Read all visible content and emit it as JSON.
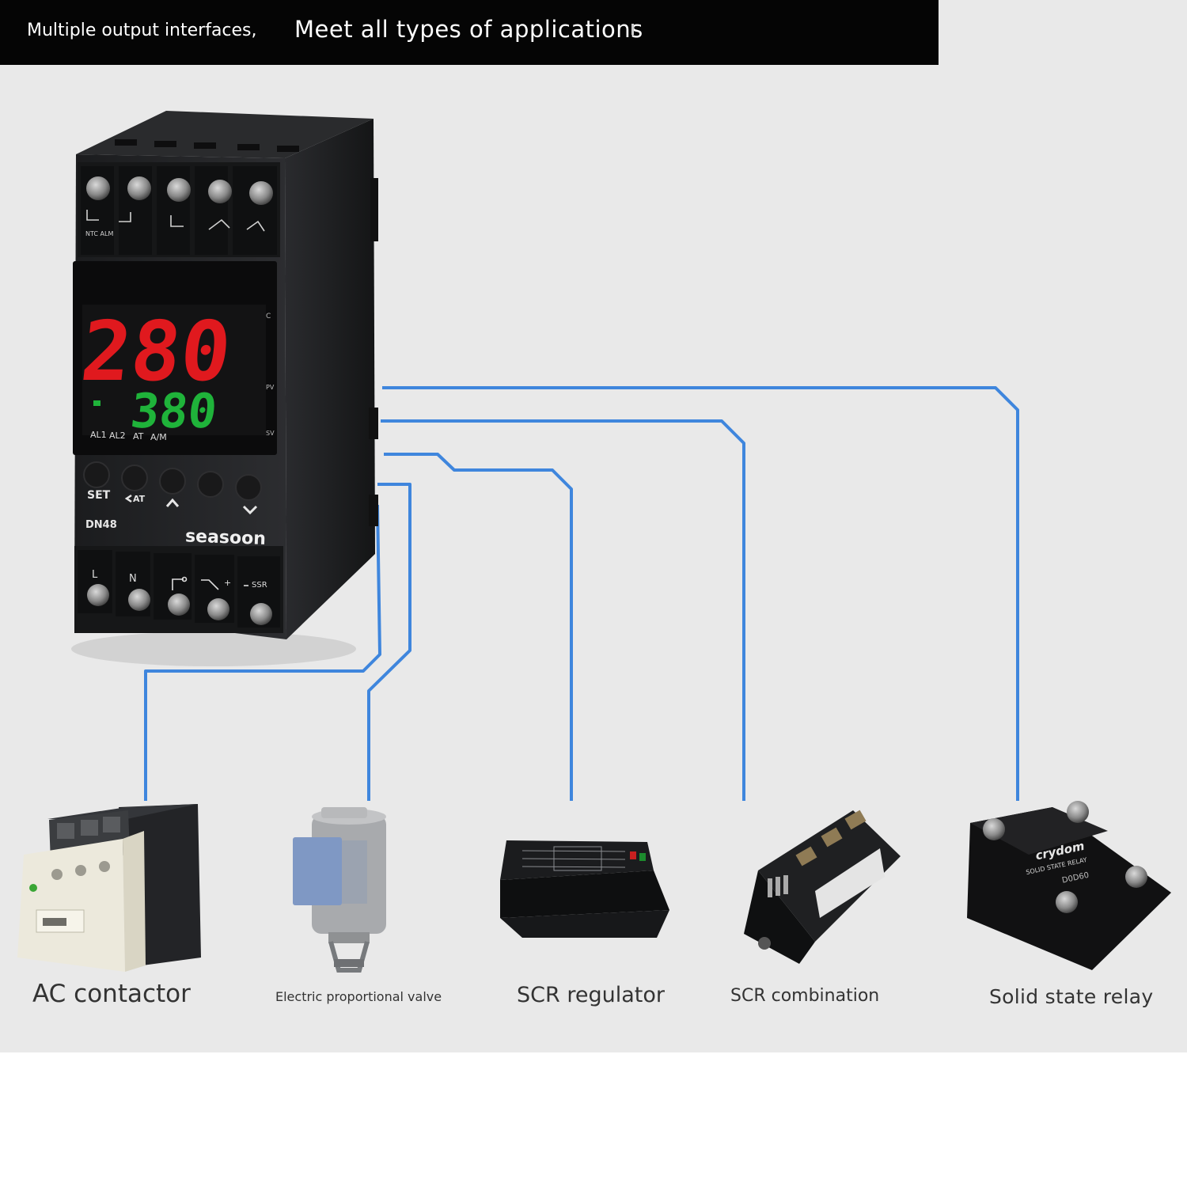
{
  "banner": {
    "left_text": "Multiple output interfaces,",
    "right_text": "Meet all types of applications"
  },
  "controller": {
    "model": "DN48",
    "brand": "seasoon",
    "pv_value": "280",
    "sv_value": "380",
    "pv_color": "#e0191e",
    "sv_color": "#1fb33a",
    "status_labels": [
      "AL1",
      "AL2",
      "AT",
      "A/M"
    ],
    "button_labels": [
      "SET",
      "AT",
      "",
      "",
      ""
    ],
    "top_terminal_labels": [
      "NTC ALM",
      "",
      "",
      "",
      ""
    ],
    "bottom_terminal_labels": [
      "L",
      "N",
      "",
      "+",
      "SSR"
    ]
  },
  "wire_color": "#3f86dd",
  "devices": [
    {
      "caption": "AC contactor"
    },
    {
      "caption": "Electric proportional valve"
    },
    {
      "caption": "SCR regulator"
    },
    {
      "caption": "SCR combination"
    },
    {
      "caption": "Solid state relay",
      "brand": "crydom",
      "subtitle": "SOLID STATE RELAY",
      "part": "D0D60"
    }
  ]
}
